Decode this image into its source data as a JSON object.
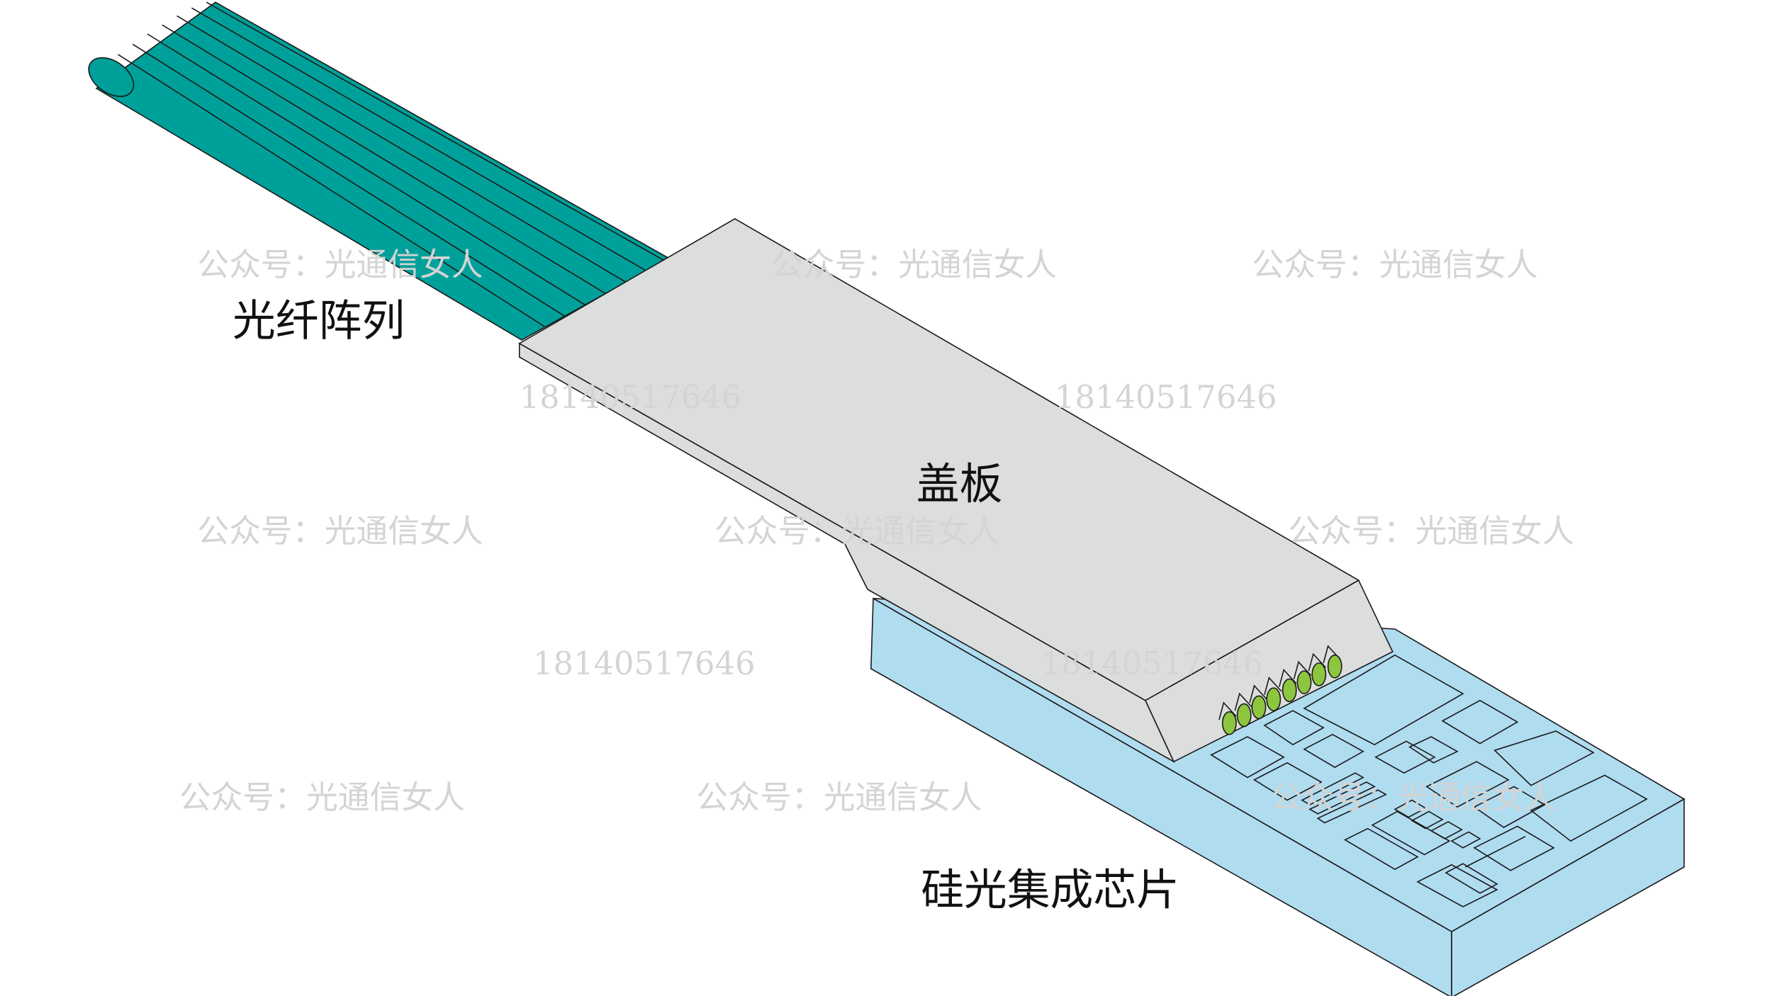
{
  "labels": {
    "fiber_array": "光纤阵列",
    "cover_plate": "盖板",
    "sipho_chip": "硅光集成芯片"
  },
  "watermarks": {
    "account": "公众号：光通信女人",
    "phone": "18140517646"
  },
  "colors": {
    "fiber": "#00a09a",
    "cover": "#dcdddd",
    "chip": "#b0dcf0",
    "fiber_end": "#8cc63f"
  }
}
